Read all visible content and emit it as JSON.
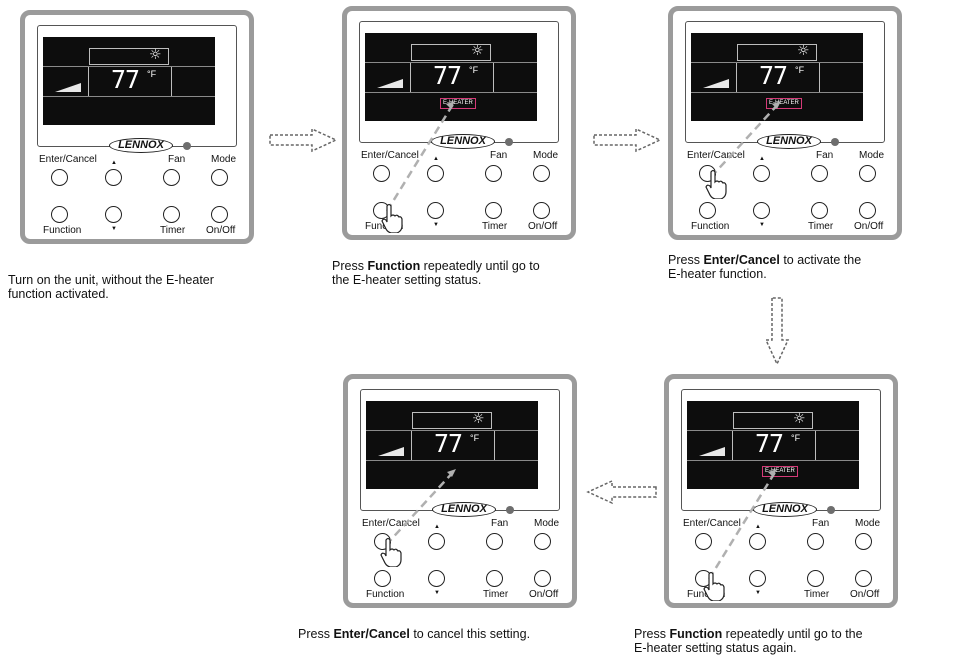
{
  "brand": "LENNOX",
  "display": {
    "temperature": "77",
    "unit": "°F",
    "mode_icon": "sun-icon",
    "eheater_label": "E-HEATER"
  },
  "buttons": {
    "enter_cancel": "Enter/Cancel",
    "up": "▲",
    "fan": "Fan",
    "mode": "Mode",
    "function": "Function",
    "down": "▼",
    "timer": "Timer",
    "on_off": "On/Off"
  },
  "steps": [
    {
      "id": 1,
      "caption": "Turn on the unit, without the E-heater\nfunction activated.",
      "eheater_shown": false,
      "hand": null
    },
    {
      "id": 2,
      "caption_pre": "Press ",
      "caption_bold": "Function",
      "caption_post": " repeatedly until go to\nthe E-heater setting status.",
      "eheater_shown": true,
      "hand": "function"
    },
    {
      "id": 3,
      "caption_pre": "Press ",
      "caption_bold": "Enter/Cancel",
      "caption_post": " to activate the\nE-heater function.",
      "eheater_shown": true,
      "hand": "enter"
    },
    {
      "id": 4,
      "caption_pre": "Press ",
      "caption_bold": "Function",
      "caption_post": " repeatedly until go to the\nE-heater setting status again.",
      "eheater_shown": true,
      "hand": "function"
    },
    {
      "id": 5,
      "caption_pre": "Press ",
      "caption_bold": "Enter/Cancel",
      "caption_post": " to cancel this setting.",
      "eheater_shown": false,
      "hand": "enter"
    }
  ],
  "colors": {
    "panel_border": "#9b9b9b",
    "lcd_background": "#0d0d0d",
    "eheater_outline": "#d43a78",
    "pointer_line": "#b0b0b0"
  }
}
